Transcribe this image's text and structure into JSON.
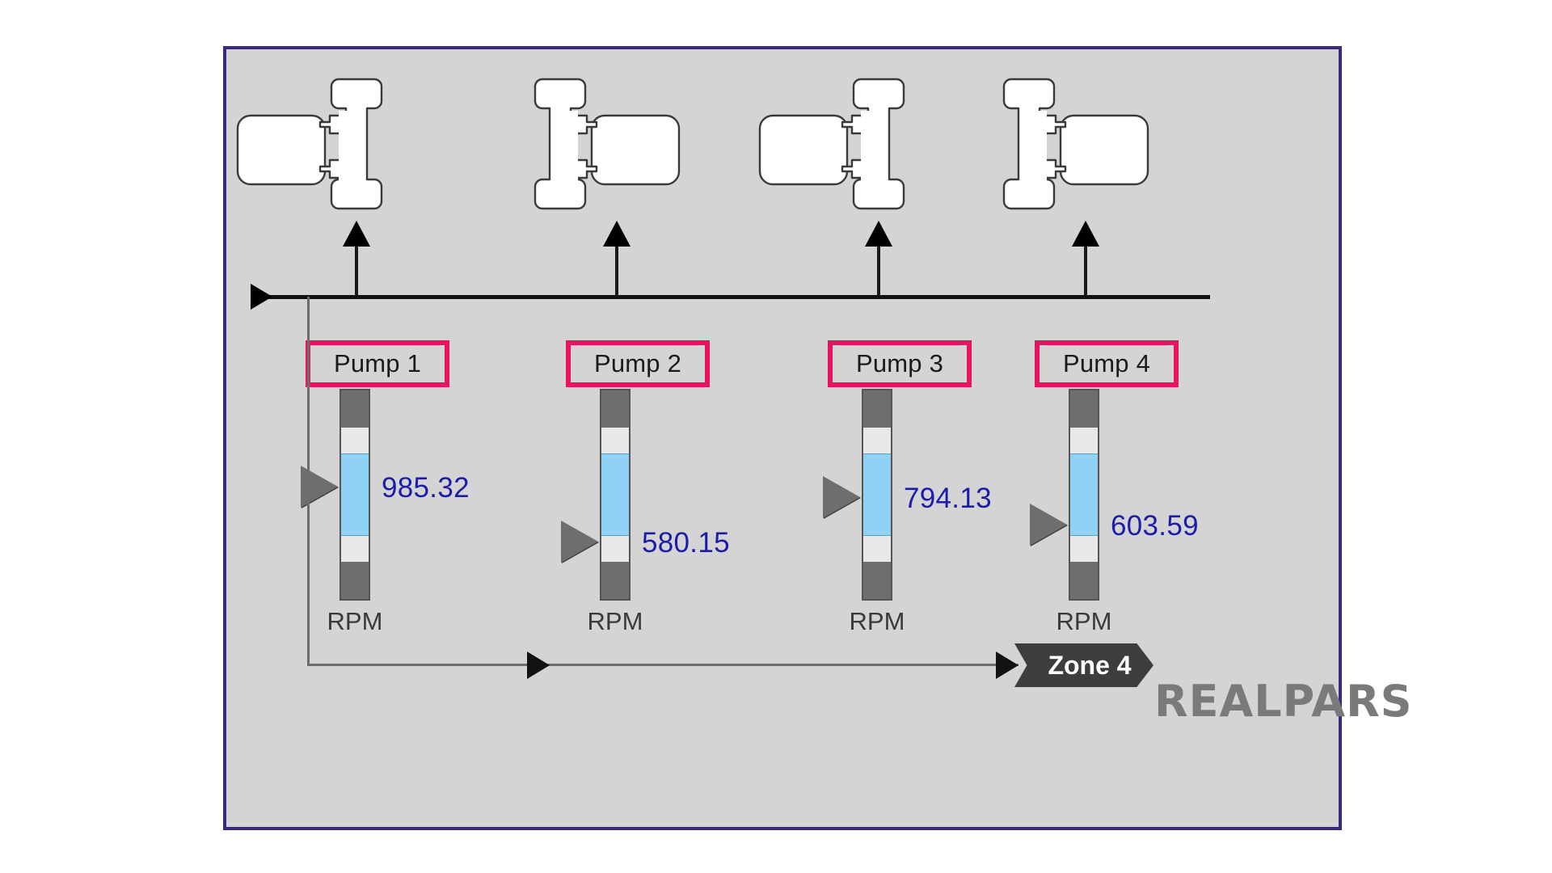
{
  "panel": {
    "background_color": "#d4d4d4",
    "border_color": "#3d2a7d"
  },
  "header_pipe": {
    "inlet_arrow": "flow-arrow-right"
  },
  "pumps": [
    {
      "label": "Pump 1",
      "value": "985.32",
      "unit": "RPM",
      "motor_side": "left",
      "pointer_percent": 46
    },
    {
      "label": "Pump 2",
      "value": "580.15",
      "unit": "RPM",
      "motor_side": "right",
      "pointer_percent": 72
    },
    {
      "label": "Pump 3",
      "value": "794.13",
      "unit": "RPM",
      "motor_side": "left",
      "pointer_percent": 50
    },
    {
      "label": "Pump 4",
      "value": "603.59",
      "unit": "RPM",
      "motor_side": "right",
      "pointer_percent": 64
    }
  ],
  "gauge": {
    "segments": [
      "dark",
      "light",
      "fill",
      "light",
      "dark"
    ],
    "fill_color": "#8fd2f5",
    "dark_color": "#6e6e6e",
    "light_color": "#e8e8e8",
    "value_color": "#1d1ca8",
    "pointer_color": "#6e6e6e"
  },
  "zone": {
    "label": "Zone 4",
    "background_color": "#3d3d3d",
    "text_color": "#ffffff"
  },
  "watermark": {
    "text": "REALPARS",
    "color": "#7a7a7a"
  },
  "accents": {
    "label_border": "#ec1261",
    "panel_border": "#3d2a7d"
  }
}
